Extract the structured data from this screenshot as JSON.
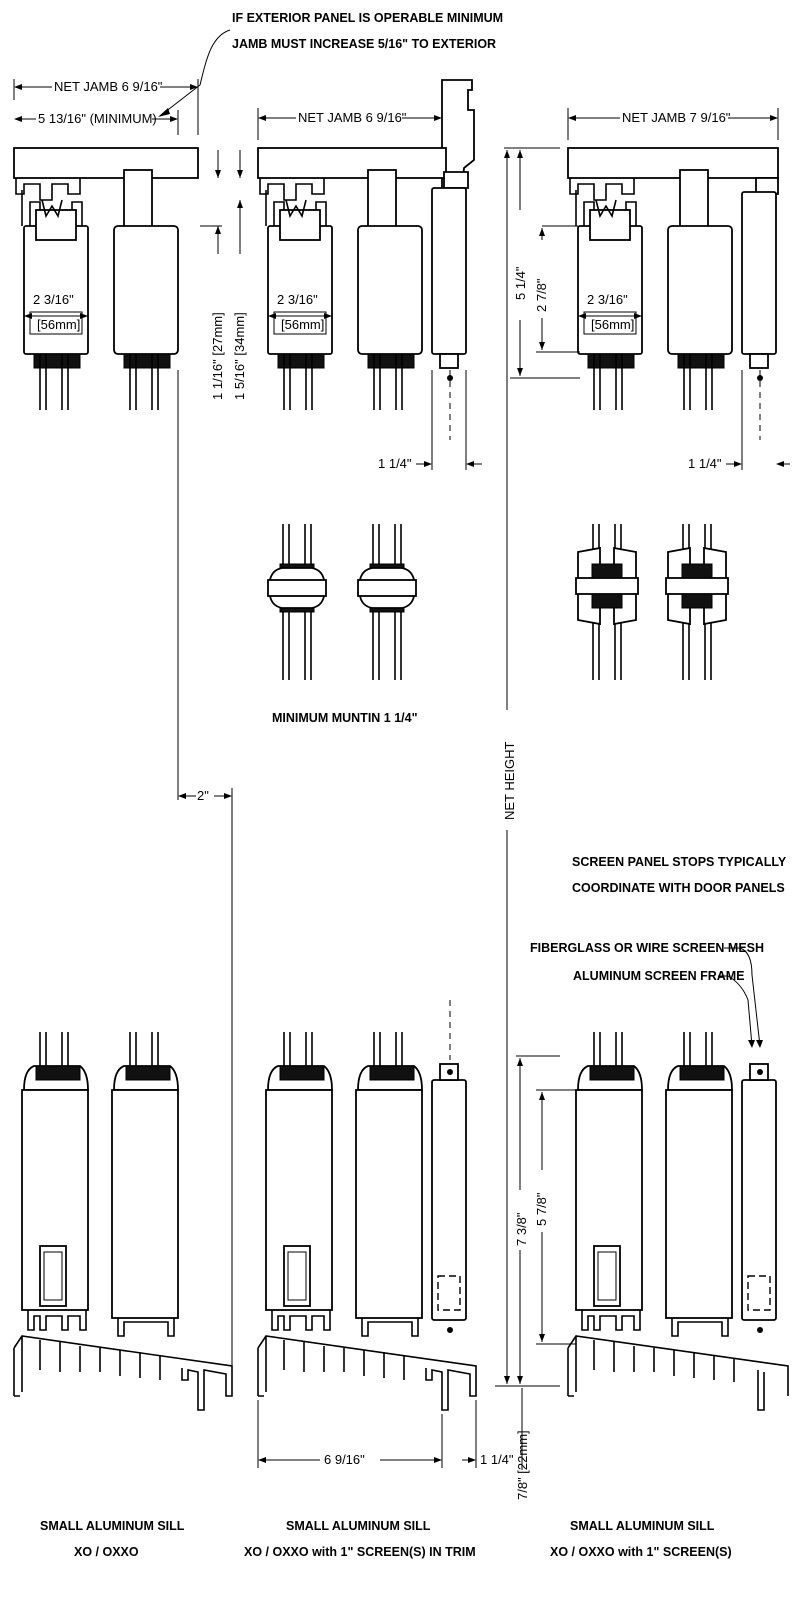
{
  "notes": {
    "exterior_operable_1": "IF EXTERIOR PANEL IS OPERABLE MINIMUM",
    "exterior_operable_2": "JAMB MUST INCREASE 5/16\" TO EXTERIOR",
    "minimum_muntin": "MINIMUM MUNTIN 1 1/4\"",
    "screen_stops_1": "SCREEN PANEL STOPS TYPICALLY",
    "screen_stops_2": "COORDINATE WITH DOOR PANELS",
    "fiberglass_mesh": "FIBERGLASS OR WIRE SCREEN MESH",
    "aluminum_frame": "ALUMINUM SCREEN FRAME"
  },
  "dimensions": {
    "net_jamb_a": "NET JAMB 6 9/16\"",
    "min_jamb": "5 13/16\" (MINIMUM)",
    "net_jamb_b": "NET JAMB 6 9/16\"",
    "net_jamb_c": "NET JAMB 7 9/16\"",
    "panel_width": "2 3/16\"",
    "panel_width_mm": "[56mm]",
    "head_a": "1 1/16\" [27mm]",
    "head_b": "1 5/16\" [34mm]",
    "screen_offset": "1 1/4\"",
    "two_inch": "2\"",
    "head_total": "5 1/4\"",
    "head_glass": "2 7/8\"",
    "net_height": "NET HEIGHT",
    "sill_total": "7 3/8\"",
    "sill_glass": "5 7/8\"",
    "sill_depth": "6 9/16\"",
    "sill_screen": "1 1/4\"",
    "sill_below": "7/8\" [22mm]"
  },
  "titles": {
    "a_line1": "SMALL ALUMINUM SILL",
    "a_line2": "XO / OXXO",
    "b_line1": "SMALL ALUMINUM SILL",
    "b_line2": "XO / OXXO with 1\" SCREEN(S) IN TRIM",
    "c_line1": "SMALL ALUMINUM SILL",
    "c_line2": "XO / OXXO with 1\" SCREEN(S)"
  }
}
